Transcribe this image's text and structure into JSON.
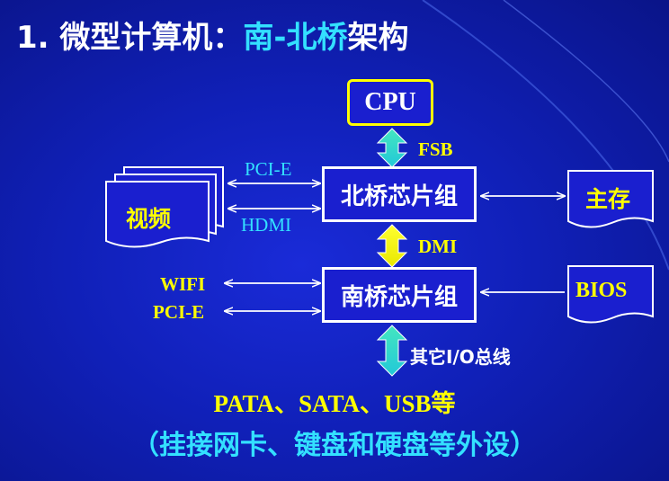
{
  "title": {
    "prefix": "1. 微型计算机：",
    "highlight": "南-北桥",
    "suffix": "架构"
  },
  "diagram": {
    "cpu": "CPU",
    "north_bridge": "北桥芯片组",
    "south_bridge": "南桥芯片组",
    "video": "视频",
    "memory": "主存",
    "bios": "BIOS",
    "fsb": "FSB",
    "dmi": "DMI",
    "pcie_video": "PCI-E",
    "hdmi": "HDMI",
    "wifi": "WIFI",
    "pcie_south": "PCI-E",
    "other_io": "其它I/O总线"
  },
  "bottom": {
    "line1": "PATA、SATA、USB等",
    "line2": "（挂接网卡、键盘和硬盘等外设）"
  },
  "colors": {
    "background": "#1020b8",
    "box_fill": "#1a1fcf",
    "accent_yellow": "#ffff00",
    "accent_cyan": "#33e0ff",
    "arrow_fill": "#33e0aa"
  }
}
